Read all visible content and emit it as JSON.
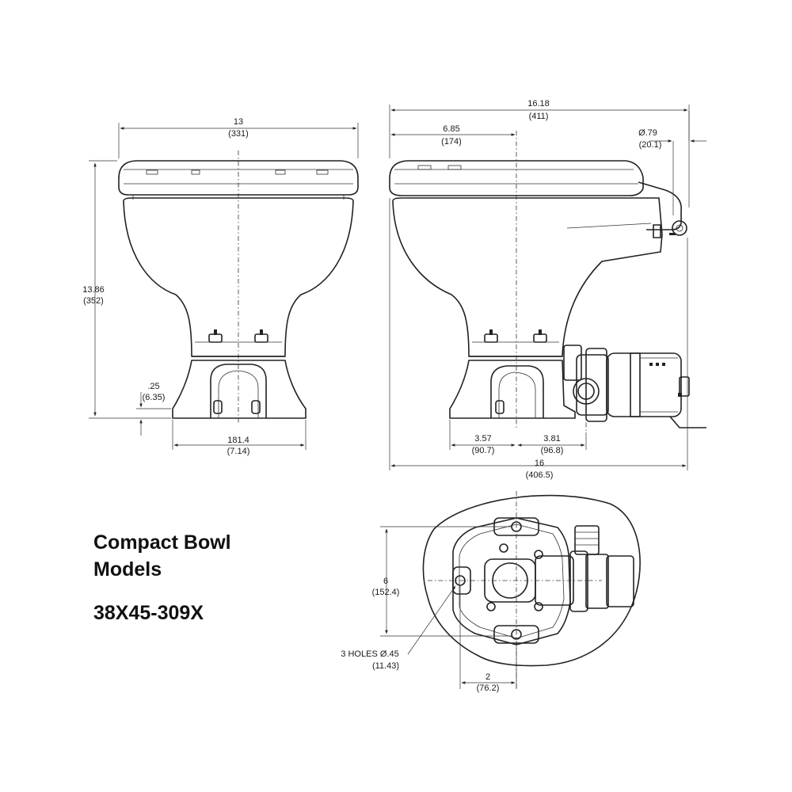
{
  "heading": {
    "line1": "Compact Bowl",
    "line2": "Models",
    "model": "38X45-309X"
  },
  "front_view": {
    "width_in": "13",
    "width_mm": "(331)",
    "height_in": "13.86",
    "height_mm": "(352)",
    "base_in": ".25",
    "base_mm": "(6.35)",
    "foot_mm": "181.4",
    "foot_in": "(7.14)"
  },
  "side_view": {
    "overall_in": "16.18",
    "overall_mm": "(411)",
    "center_in": "6.85",
    "center_mm": "(174)",
    "outlet_in": "Ø.79",
    "outlet_mm": "(20.1)",
    "rear_in": "3.57",
    "rear_mm": "(90.7)",
    "front_in": "3.81",
    "front_mm": "(96.8)",
    "base_in": "16",
    "base_mm": "(406.5)"
  },
  "plan_view": {
    "spacing_in": "6",
    "spacing_mm": "(152.4)",
    "holes_label": "3 HOLES Ø.45",
    "holes_mm": "(11.43)",
    "offset_in": "2",
    "offset_mm": "(76.2)"
  }
}
